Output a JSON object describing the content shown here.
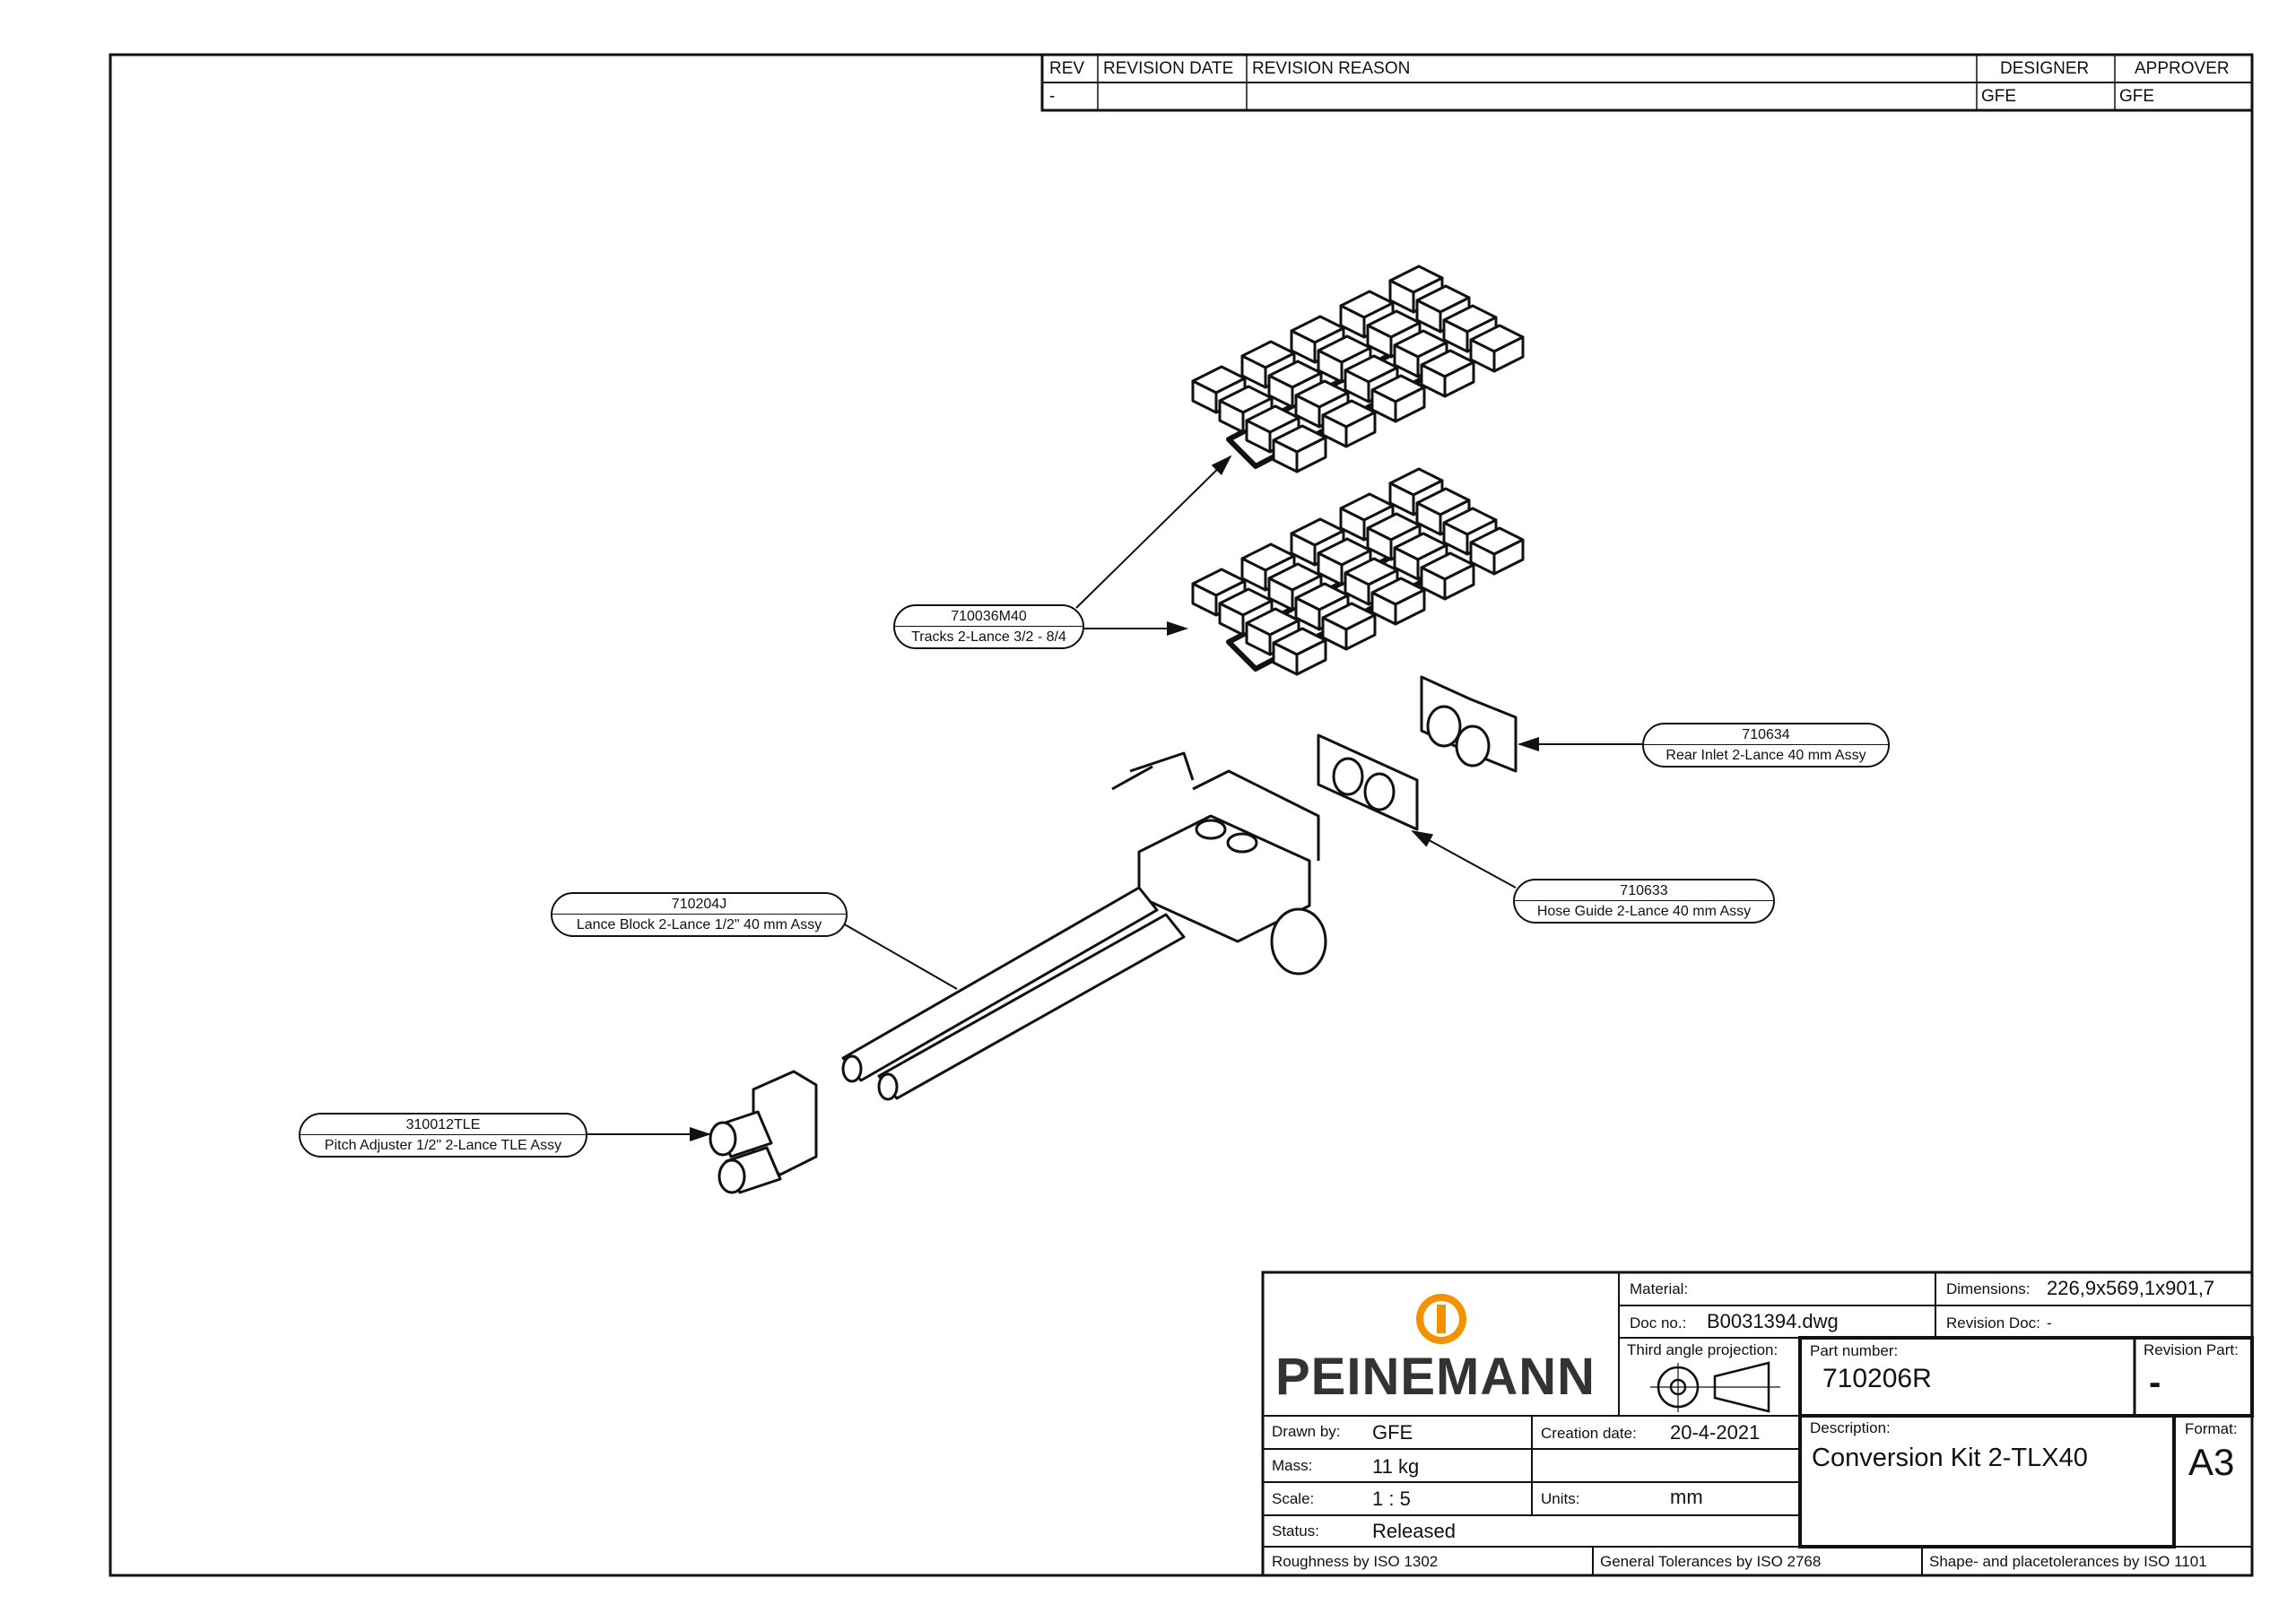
{
  "revision_table": {
    "headers": [
      "REV",
      "REVISION DATE",
      "REVISION REASON",
      "DESIGNER",
      "APPROVER"
    ],
    "rows": [
      [
        "-",
        "",
        "",
        "GFE",
        "GFE"
      ]
    ]
  },
  "callouts": [
    {
      "part": "710036M40",
      "desc": "Tracks 2-Lance 3/2 - 8/4"
    },
    {
      "part": "710634",
      "desc": "Rear Inlet 2-Lance 40 mm Assy"
    },
    {
      "part": "710633",
      "desc": "Hose Guide 2-Lance 40 mm Assy"
    },
    {
      "part": "710204J",
      "desc": "Lance Block 2-Lance 1/2\" 40 mm Assy"
    },
    {
      "part": "310012TLE",
      "desc": "Pitch Adjuster 1/2\" 2-Lance TLE Assy"
    }
  ],
  "title_block": {
    "logo": {
      "text": "PEINEMANN",
      "color": "#f39200"
    },
    "material_label": "Material:",
    "material": "",
    "dimensions_label": "Dimensions:",
    "dimensions": "226,9x569,1x901,7",
    "docno_label": "Doc no.:",
    "docno": "B0031394.dwg",
    "revision_doc_label": "Revision Doc:",
    "revision_doc": "-",
    "projection_label": "Third angle projection:",
    "part_number_label": "Part number:",
    "part_number": "710206R",
    "revision_part_label": "Revision Part:",
    "revision_part": "-",
    "drawn_by_label": "Drawn by:",
    "drawn_by": "GFE",
    "creation_date_label": "Creation date:",
    "creation_date": "20-4-2021",
    "mass_label": "Mass:",
    "mass": "11 kg",
    "scale_label": "Scale:",
    "scale": "1 : 5",
    "units_label": "Units:",
    "units": "mm",
    "status_label": "Status:",
    "status": "Released",
    "description_label": "Description:",
    "description": "Conversion Kit 2-TLX40",
    "format_label": "Format:",
    "format": "A3",
    "footer": [
      "Roughness by ISO 1302",
      "General Tolerances by ISO 2768",
      "Shape- and placetolerances by ISO 1101"
    ]
  }
}
